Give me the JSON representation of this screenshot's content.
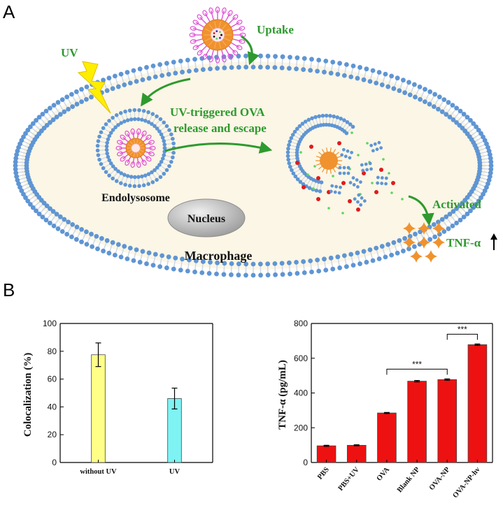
{
  "panels": {
    "a": "A",
    "b": "B"
  },
  "diagram": {
    "uv": "UV",
    "uptake": "Uptake",
    "release_line1": "UV-triggered  OVA",
    "release_line2": "release and escape",
    "endolysosome": "Endolysosome",
    "nucleus": "Nucleus",
    "macrophage": "Macrophage",
    "activated": "Activated",
    "tnf": "TNF-α",
    "colors": {
      "membrane_head": "#5f95d3",
      "membrane_tail": "#cfd8e6",
      "cell": "#fbf6e6",
      "nanoparticle_core": "#f0922e",
      "peg": "#e14fd6",
      "arrow": "#2e9a2e",
      "red_dot": "#e01b1b",
      "green_dot": "#5ed45e"
    }
  },
  "chart_data": [
    {
      "type": "bar",
      "categories": [
        "without UV",
        "UV"
      ],
      "values": [
        77.5,
        46
      ],
      "errors": [
        8.5,
        7.5
      ],
      "colors": [
        "#ffff88",
        "#7ff3f3"
      ],
      "ylabel": "Colocalization (%)",
      "ylim": [
        0,
        100
      ],
      "yticks": [
        0,
        20,
        40,
        60,
        80,
        100
      ]
    },
    {
      "type": "bar",
      "categories": [
        "PBS",
        "PBS+UV",
        "OVA",
        "Blank NP",
        "OVA-NP",
        "OVA-NP-hv"
      ],
      "values": [
        96,
        99,
        285,
        468,
        477,
        678
      ],
      "errors": [
        3,
        3,
        3,
        4,
        4,
        4
      ],
      "colors": [
        "#ee1111"
      ],
      "ylabel": "TNF-α (pg/mL)",
      "ylim": [
        0,
        800
      ],
      "yticks": [
        0,
        200,
        400,
        600,
        800
      ],
      "annotations": [
        {
          "from": "OVA",
          "to": "OVA-NP",
          "label": "***"
        },
        {
          "from": "OVA-NP",
          "to": "OVA-NP-hv",
          "label": "***"
        }
      ]
    }
  ]
}
